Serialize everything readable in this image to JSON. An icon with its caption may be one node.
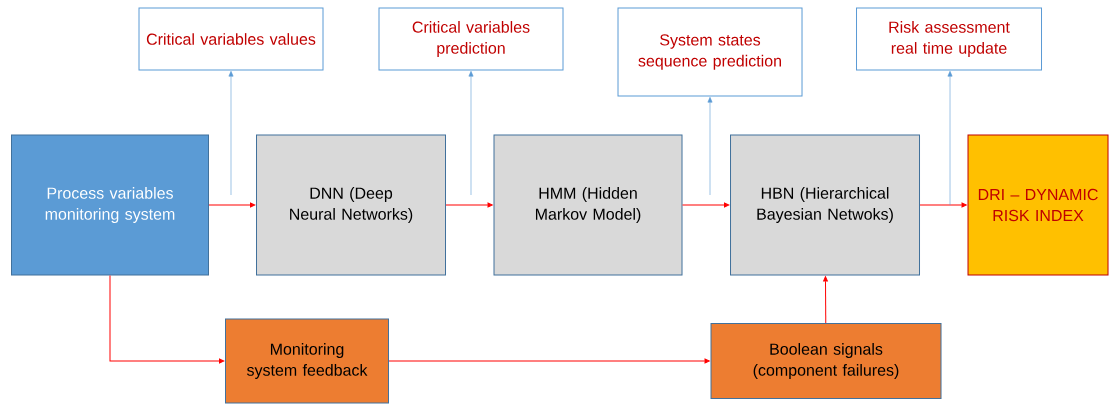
{
  "diagram": {
    "nodes": [
      {
        "text": [
          "Critical variables values"
        ]
      },
      {
        "text": [
          "Critical variables prediction"
        ]
      },
      {
        "text": [
          "System states sequence prediction"
        ]
      },
      {
        "text": [
          "Risk assessment real time update"
        ]
      },
      {
        "text": [
          "Process variables monitoring system"
        ]
      },
      {
        "text": [
          "DNN (Deep Neural Networks)"
        ]
      },
      {
        "text": [
          "HMM (Hidden Markov Model)"
        ]
      },
      {
        "text": [
          "HBN (Hierarchical Bayesian Netwoks)"
        ]
      },
      {
        "text": [
          "DRI – DYNAMIC RISK INDEX"
        ]
      },
      {
        "text": [
          "Monitoring system feedback"
        ]
      },
      {
        "text": [
          "Boolean signals (component failures)"
        ]
      }
    ],
    "edges": [
      {
        "from": 4,
        "to": 5,
        "arrow": "to"
      },
      {
        "from": 5,
        "to": 6,
        "arrow": "to"
      },
      {
        "from": 6,
        "to": 7,
        "arrow": "to"
      },
      {
        "from": 7,
        "to": 8,
        "arrow": "to"
      },
      {
        "from": null,
        "to": 0,
        "arrow": "to",
        "color": "#5b9bd5"
      },
      {
        "from": null,
        "to": 1,
        "arrow": "to",
        "color": "#5b9bd5"
      },
      {
        "from": null,
        "to": 2,
        "arrow": "to",
        "color": "#5b9bd5"
      },
      {
        "from": null,
        "to": 3,
        "arrow": "to",
        "color": "#5b9bd5"
      },
      {
        "from": 4,
        "to": 9,
        "arrow": "to"
      },
      {
        "from": 9,
        "to": 10,
        "arrow": "to"
      },
      {
        "from": 10,
        "to": 7,
        "arrow": "to"
      }
    ]
  }
}
